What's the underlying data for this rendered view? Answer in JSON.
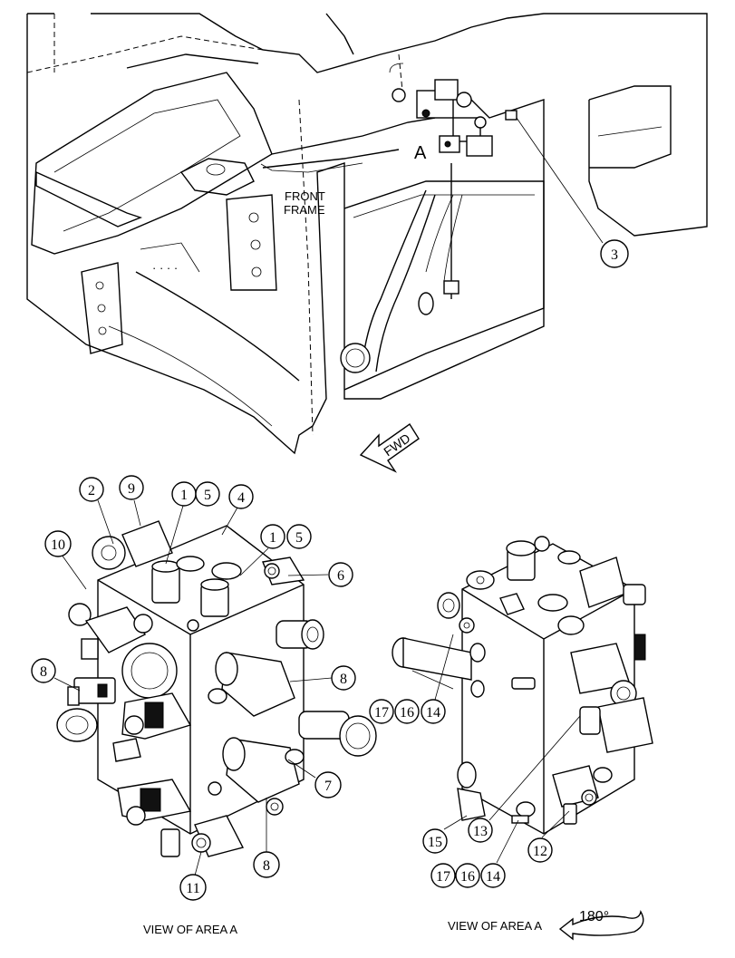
{
  "labels": {
    "front_frame_line1": "FRONT",
    "front_frame_line2": "FRAME",
    "area_marker": "A",
    "fwd": "FWD",
    "view_left": "VIEW OF AREA A",
    "view_right": "VIEW OF AREA A",
    "rotation": "180°"
  },
  "callouts": {
    "c3": "3",
    "c2": "2",
    "c9": "9",
    "c1a": "1",
    "c5a": "5",
    "c4": "4",
    "c10": "10",
    "c1b": "1",
    "c5b": "5",
    "c6": "6",
    "c8a": "8",
    "c8b": "8",
    "c7": "7",
    "c8c": "8",
    "c11": "11",
    "c17a": "17",
    "c16a": "16",
    "c14a": "14",
    "c15": "15",
    "c13": "13",
    "c12": "12",
    "c17b": "17",
    "c16b": "16",
    "c14b": "14"
  }
}
